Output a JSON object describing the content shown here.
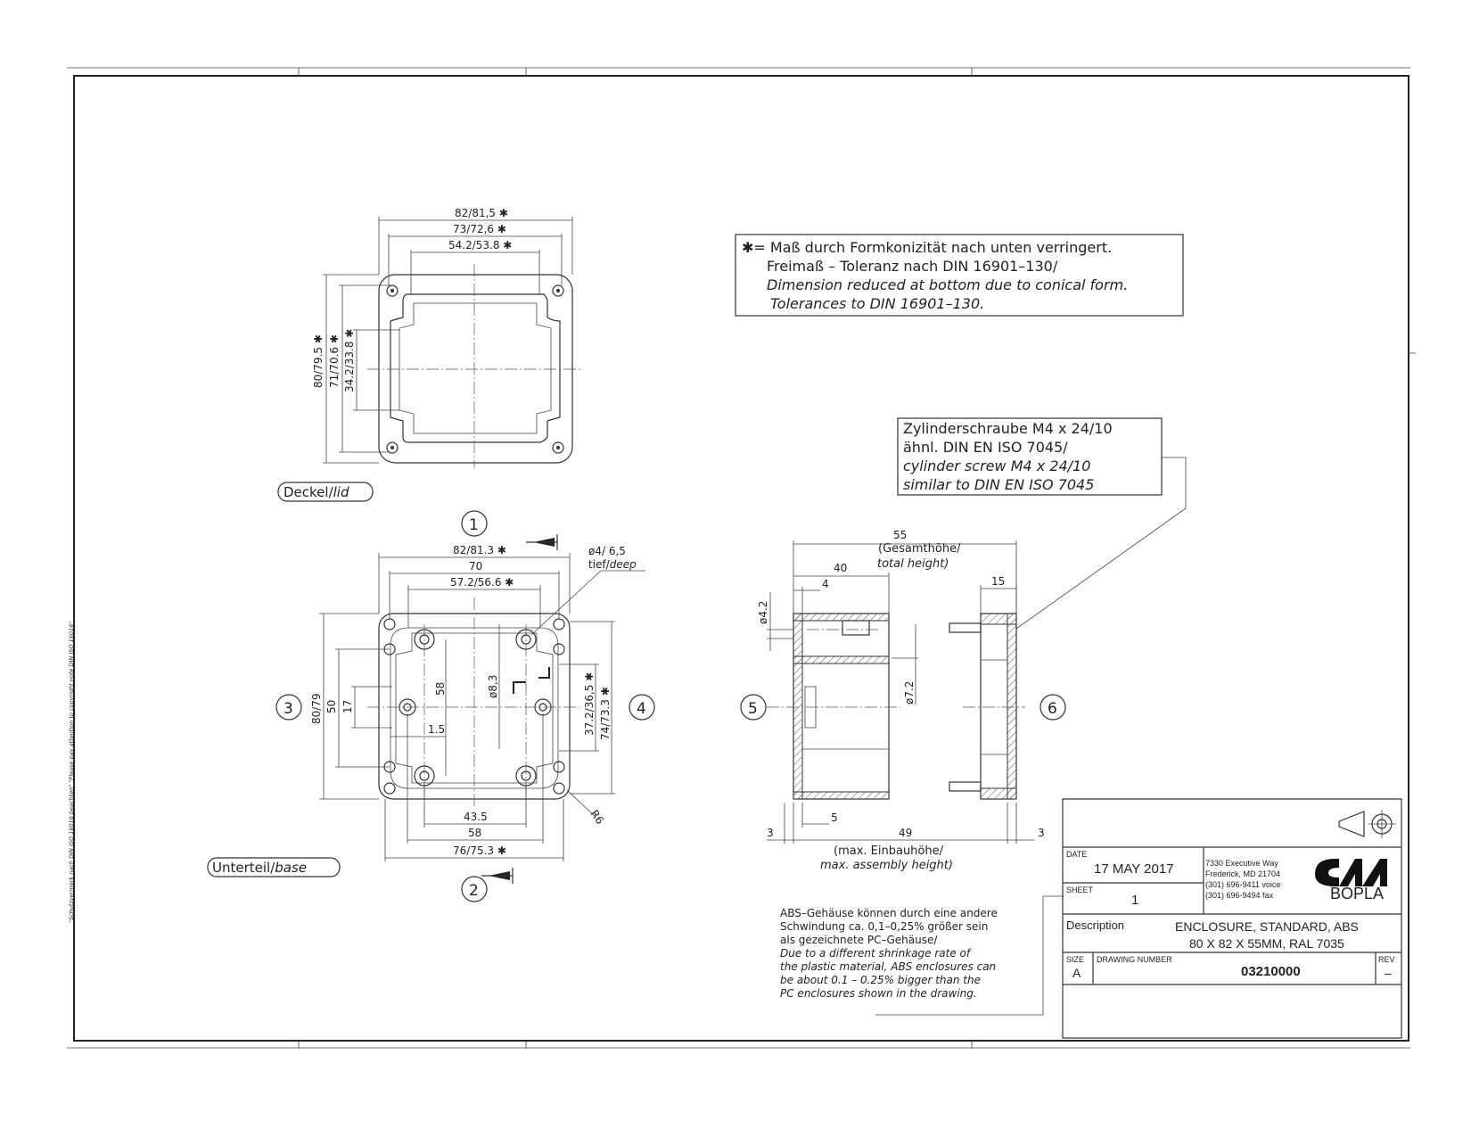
{
  "lid_view": {
    "label_de": "Deckel/",
    "label_en": "lid",
    "dims": {
      "width_outer": "82/81,5 ✱",
      "width_mid": "73/72,6 ✱",
      "width_inner": "54.2/53.8 ✱",
      "height_outer": "80/79.5 ✱",
      "height_mid": "71/70.6 ✱",
      "height_inner": "34.2/33.8 ✱"
    }
  },
  "base_view": {
    "label_de": "Unterteil/",
    "label_en": "base",
    "dims": {
      "width_outer": "82/81.3 ✱",
      "width_70": "70",
      "width_inner": "57.2/56.6 ✱",
      "hole_note_a": "ø4/ 6,5",
      "hole_note_de": "tief/",
      "hole_note_en": "deep",
      "height_outer": "80/79",
      "height_50": "50",
      "height_17": "17",
      "height_58": "58",
      "dia_8_3": "ø8,3",
      "height_37": "37.2/36,5 ✱",
      "height_74": "74/73.3 ✱",
      "dim_1_5": "1.5",
      "dim_43_5": "43.5",
      "dim_58b": "58",
      "width_bottom": "76/75.3 ✱",
      "radius": "R6"
    }
  },
  "note_box": {
    "line1": "✱= Maß durch Formkonizität nach unten verringert.",
    "line2": "Freimaß – Toleranz nach  DIN 16901–130/",
    "line3": "Dimension reduced at bottom due to conical form.",
    "line4": "Tolerances to DIN 16901–130."
  },
  "screw_box": {
    "line1": "Zylinderschraube M4 x 24/10",
    "line2": "ähnl. DIN EN ISO 7045/",
    "line3": "cylinder screw M4 x 24/10",
    "line4": "similar to DIN EN ISO 7045"
  },
  "side_view": {
    "dim_55": "55",
    "total_de": "(Gesamthöhe/",
    "total_en": "total height)",
    "dim_40": "40",
    "dim_4": "4",
    "dim_15": "15",
    "dia_4_2": "ø4.2",
    "dia_7_2": "ø7.2",
    "dim_5": "5",
    "dim_49": "49",
    "dim_3a": "3",
    "dim_3b": "3",
    "assembly_de": "(max. Einbauhöhe/",
    "assembly_en": "max. assembly height)"
  },
  "view_markers": [
    "1",
    "2",
    "3",
    "4",
    "5",
    "6"
  ],
  "abs_note": {
    "line1": "ABS–Gehäuse können durch eine andere",
    "line2": "Schwindung ca. 0,1–0,25% größer sein",
    "line3": "als gezeichnete PC–Gehäuse/",
    "line4": "Due to a different shrinkage rate of",
    "line5": "the plastic material, ABS enclosures can",
    "line6": "be about 0.1 – 0.25% bigger than the",
    "line7": "PC enclosures shown in the drawing."
  },
  "copyright_note": "\"Schutzvermerk nach DIN ISO 16016 beachten\"  \"Please pay attention to copyright note DIN ISO 16016\"",
  "title_block": {
    "date_label": "DATE",
    "date_value": "17 MAY 2017",
    "sheet_label": "SHEET",
    "sheet_value": "1",
    "address1": "7330 Executive Way",
    "address2": "Frederick, MD  21704",
    "address3": "(301) 696-9411 voice",
    "address4": "(301) 696-9494 fax",
    "brand": "BOPLA",
    "description_label": "Description",
    "description_line1": "ENCLOSURE, STANDARD, ABS",
    "description_line2": "80 X 82 X 55MM, RAL 7035",
    "size_label": "SIZE",
    "size_value": "A",
    "drawing_number_label": "DRAWING NUMBER",
    "drawing_number_value": "03210000",
    "rev_label": "REV",
    "rev_value": "–"
  }
}
